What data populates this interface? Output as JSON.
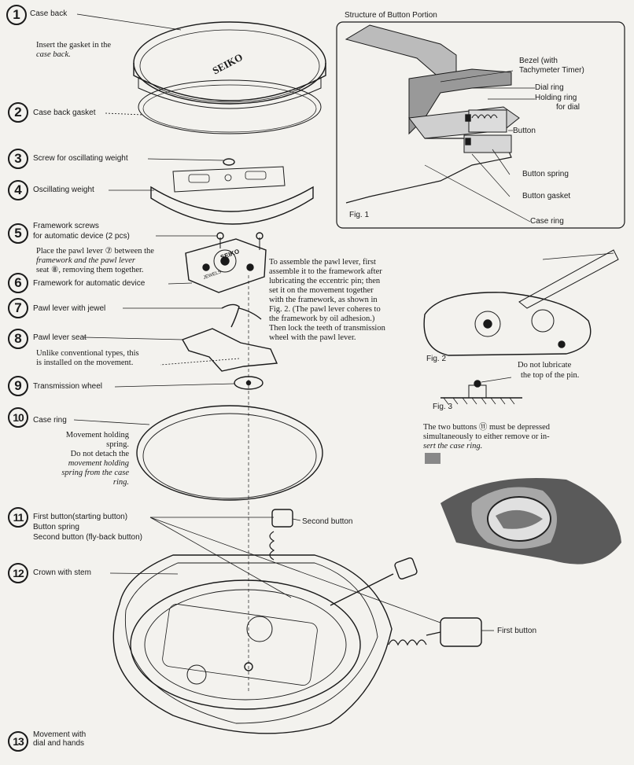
{
  "title": "Structure of Button Portion",
  "parts": [
    {
      "n": "1",
      "label": "Case back"
    },
    {
      "n": "2",
      "label": "Case back gasket"
    },
    {
      "n": "3",
      "label": "Screw for oscillating weight"
    },
    {
      "n": "4",
      "label": "Oscillating weight"
    },
    {
      "n": "5",
      "label": "Framework screws",
      "label2": "for automatic device (2 pcs)"
    },
    {
      "n": "6",
      "label": "Framework for automatic device"
    },
    {
      "n": "7",
      "label": "Pawl lever with jewel"
    },
    {
      "n": "8",
      "label": "Pawl lever seat"
    },
    {
      "n": "9",
      "label": "Transmission wheel"
    },
    {
      "n": "10",
      "label": "Case ring"
    },
    {
      "n": "11",
      "label": "First button(starting button)",
      "label2": "Button spring",
      "label3": "Second button (fly-back button)"
    },
    {
      "n": "12",
      "label": "Crown with stem"
    },
    {
      "n": "13",
      "label": "Movement with",
      "label2": "dial and hands"
    }
  ],
  "notes": {
    "gasket": [
      "Insert the gasket in the",
      "case back."
    ],
    "pawl": [
      "Place the pawl lever ⑦ between the",
      "framework and the pawl lever",
      "seat ⑧, removing them together."
    ],
    "seat": [
      "Unlike conventional types, this",
      "is installed on the movement."
    ],
    "holding": [
      "Movement holding",
      "spring.",
      "Do not detach the",
      "movement holding",
      "spring from the case",
      "ring."
    ],
    "assemble": [
      "To assemble the pawl lever, first",
      "assemble it to the framework after",
      "lubricating the eccentric pin; then",
      "set it on the movement together",
      "with the framework, as shown in",
      "Fig. 2. (The pawl lever coheres to",
      "the framework by oil adhesion.)",
      "Then lock the teeth of transmission",
      "wheel with the pawl lever."
    ],
    "lubricate": [
      "Do not lubricate",
      "the top of the pin."
    ],
    "buttons": [
      "The two buttons ⑪ must be depressed",
      "simultaneously to either remove or in-",
      "sert the case ring."
    ]
  },
  "callouts": {
    "second_button": "Second button",
    "first_button": "First button"
  },
  "structure": {
    "bezel": [
      "Bezel (with",
      "Tachymeter Timer)"
    ],
    "dial_ring": "Dial ring",
    "holding_ring": [
      "Holding ring",
      "for dial"
    ],
    "button": "Button",
    "button_spring": "Button spring",
    "button_gasket": "Button gasket",
    "case_ring": "Case ring"
  },
  "figs": {
    "fig1": "Fig. 1",
    "fig2": "Fig. 2",
    "fig3": "Fig. 3"
  },
  "brand": {
    "case_back": "SEIKO",
    "framework": "SEIKO",
    "jewels": "JEWELS"
  }
}
